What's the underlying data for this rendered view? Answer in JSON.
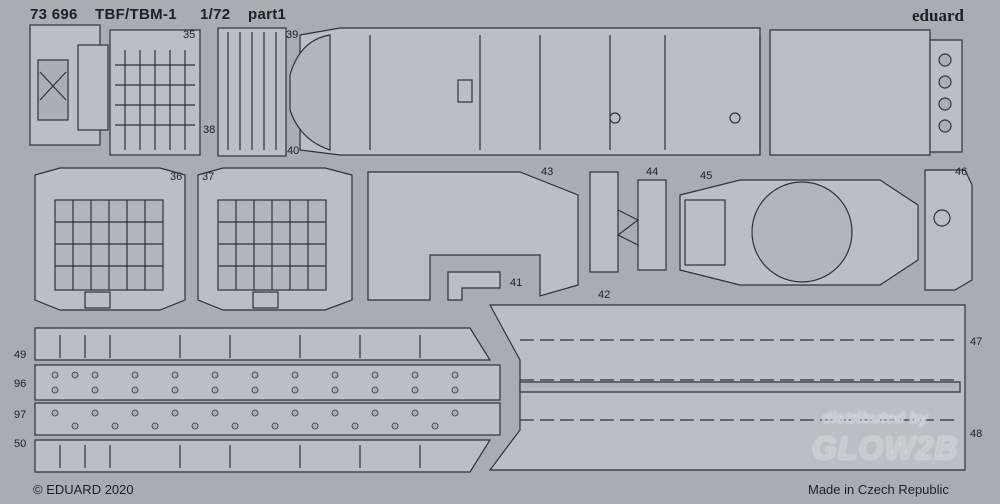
{
  "header": {
    "code": "73 696",
    "title": "TBF/TBM-1",
    "scale": "1/72",
    "part": "part1",
    "brand": "eduard"
  },
  "footer": {
    "copyright": "© EDUARD 2020",
    "origin": "Made in Czech Republic"
  },
  "watermark": {
    "line1": "distributed by",
    "logo": "GLOW2B"
  },
  "part_numbers": [
    "35",
    "36",
    "37",
    "38",
    "39",
    "40",
    "41",
    "42",
    "43",
    "44",
    "45",
    "46",
    "47",
    "48",
    "49",
    "50",
    "96",
    "97"
  ],
  "colors": {
    "background": "#a7adb3",
    "part_fill": "#b9bfc5",
    "part_stroke": "#2f3338",
    "text": "#1d1f22"
  }
}
